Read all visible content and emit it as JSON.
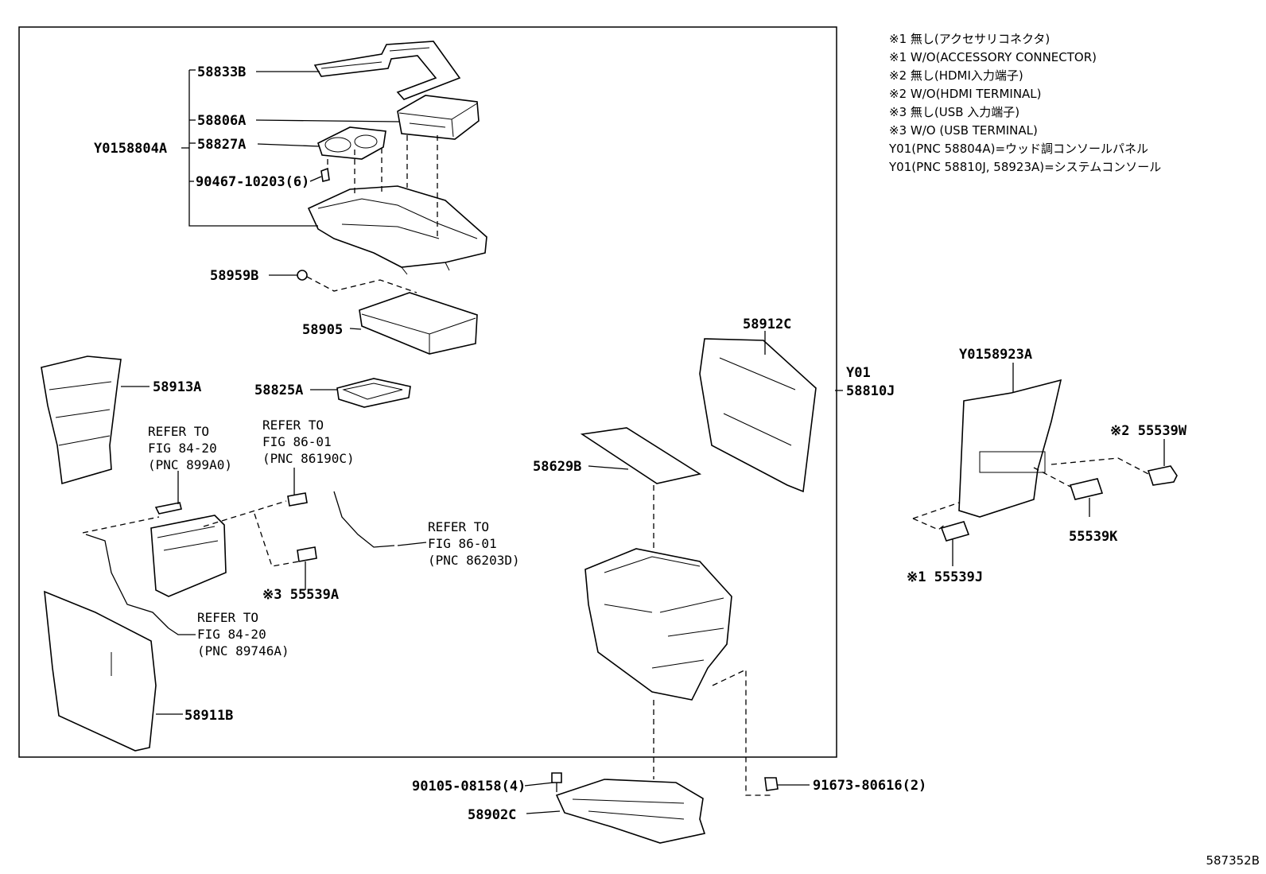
{
  "notes": [
    "※1  無し(アクセサリコネクタ)",
    "※1  W/O(ACCESSORY CONNECTOR)",
    "※2  無し(HDMI入力端子)",
    "※2  W/O(HDMI TERMINAL)",
    "※3  無し(USB 入力端子)",
    "※3  W/O (USB TERMINAL)",
    "Y01(PNC 58804A)=ウッド調コンソールパネル",
    "Y01(PNC 58810J, 58923A)=システムコンソール"
  ],
  "labels": {
    "p58833B": "58833B",
    "p58806A": "58806A",
    "p58827A": "58827A",
    "p90467": "90467-10203(6)",
    "pY0158804A": "Y0158804A",
    "p58959B": "58959B",
    "p58905": "58905",
    "p58913A": "58913A",
    "p58825A": "58825A",
    "p58912C": "58912C",
    "pY01": "Y01",
    "p58810J": "58810J",
    "pY0158923A": "Y0158923A",
    "p55539W": "※2 55539W",
    "p55539K": "55539K",
    "p55539J": "※1 55539J",
    "p58629B": "58629B",
    "p55539A": "※3 55539A",
    "p58911B": "58911B",
    "p90105": "90105-08158(4)",
    "p58902C": "58902C",
    "p91673": "91673-80616(2)"
  },
  "refs": {
    "r1": [
      "REFER TO",
      "FIG 84-20",
      "(PNC 899A0)"
    ],
    "r2": [
      "REFER TO",
      "FIG 86-01",
      "(PNC 86190C)"
    ],
    "r3": [
      "REFER TO",
      "FIG 86-01",
      "(PNC 86203D)"
    ],
    "r4": [
      "REFER TO",
      "FIG 84-20",
      "(PNC 89746A)"
    ]
  },
  "figure_id": "587352B"
}
